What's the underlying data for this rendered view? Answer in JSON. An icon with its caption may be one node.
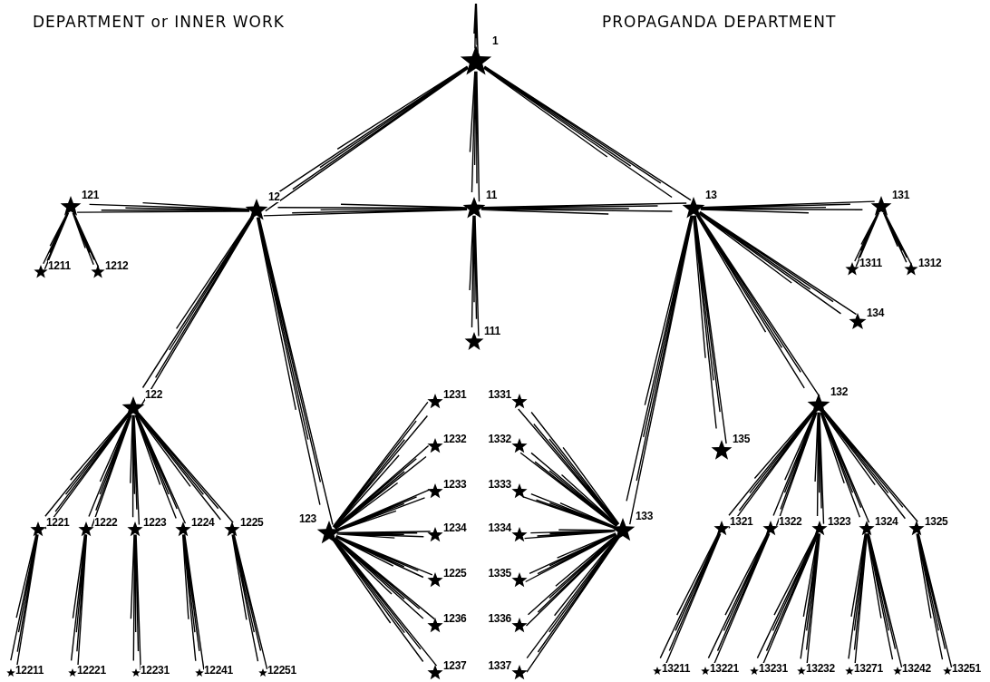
{
  "diagram": {
    "nodes": [
      {
        "text": [
          "1"
        ]
      },
      {
        "text": [
          "121"
        ]
      },
      {
        "text": [
          "12"
        ]
      },
      {
        "text": [
          "11"
        ]
      },
      {
        "text": [
          "13"
        ]
      },
      {
        "text": [
          "131"
        ]
      },
      {
        "text": [
          "1211"
        ]
      },
      {
        "text": [
          "1212"
        ]
      },
      {
        "text": [
          "1311"
        ]
      },
      {
        "text": [
          "1312"
        ]
      },
      {
        "text": [
          "134"
        ]
      },
      {
        "text": [
          "111"
        ]
      },
      {
        "text": [
          "122"
        ]
      },
      {
        "text": [
          "1231"
        ]
      },
      {
        "text": [
          "1331"
        ]
      },
      {
        "text": [
          "132"
        ]
      },
      {
        "text": [
          "1232"
        ]
      },
      {
        "text": [
          "1332"
        ]
      },
      {
        "text": [
          "135"
        ]
      },
      {
        "text": [
          "1233"
        ]
      },
      {
        "text": [
          "1333"
        ]
      },
      {
        "text": [
          "1221"
        ]
      },
      {
        "text": [
          "1222"
        ]
      },
      {
        "text": [
          "1223"
        ]
      },
      {
        "text": [
          "1224"
        ]
      },
      {
        "text": [
          "1225"
        ]
      },
      {
        "text": [
          "123"
        ]
      },
      {
        "text": [
          "1234"
        ]
      },
      {
        "text": [
          "1334"
        ]
      },
      {
        "text": [
          "133"
        ]
      },
      {
        "text": [
          "1321"
        ]
      },
      {
        "text": [
          "1322"
        ]
      },
      {
        "text": [
          "1323"
        ]
      },
      {
        "text": [
          "1324"
        ]
      },
      {
        "text": [
          "1325"
        ]
      },
      {
        "text": [
          "1225"
        ]
      },
      {
        "text": [
          "1335"
        ]
      },
      {
        "text": [
          "1236"
        ]
      },
      {
        "text": [
          "1336"
        ]
      },
      {
        "text": [
          "12211"
        ]
      },
      {
        "text": [
          "12221"
        ]
      },
      {
        "text": [
          "12231"
        ]
      },
      {
        "text": [
          "12241"
        ]
      },
      {
        "text": [
          "12251"
        ]
      },
      {
        "text": [
          "1237"
        ]
      },
      {
        "text": [
          "1337"
        ]
      },
      {
        "text": [
          "13211"
        ]
      },
      {
        "text": [
          "13221"
        ]
      },
      {
        "text": [
          "13231"
        ]
      },
      {
        "text": [
          "13232"
        ]
      },
      {
        "text": [
          "13271"
        ]
      },
      {
        "text": [
          "13242"
        ]
      },
      {
        "text": [
          "13251"
        ]
      }
    ],
    "edges": [
      {
        "from": null,
        "to": 0,
        "arrow": "none"
      },
      {
        "from": 0,
        "to": 2,
        "arrow": "none"
      },
      {
        "from": 0,
        "to": 3,
        "arrow": "none"
      },
      {
        "from": 0,
        "to": 4,
        "arrow": "none"
      },
      {
        "from": 3,
        "to": 2,
        "arrow": "none"
      },
      {
        "from": 3,
        "to": 4,
        "arrow": "none"
      },
      {
        "from": 2,
        "to": 1,
        "arrow": "none"
      },
      {
        "from": 4,
        "to": 5,
        "arrow": "none"
      },
      {
        "from": 1,
        "to": 6,
        "arrow": "none"
      },
      {
        "from": 1,
        "to": 7,
        "arrow": "none"
      },
      {
        "from": 5,
        "to": 8,
        "arrow": "none"
      },
      {
        "from": 5,
        "to": 9,
        "arrow": "none"
      },
      {
        "from": 3,
        "to": 11,
        "arrow": "none"
      },
      {
        "from": 2,
        "to": 12,
        "arrow": "none"
      },
      {
        "from": 2,
        "to": 26,
        "arrow": "none"
      },
      {
        "from": 4,
        "to": 29,
        "arrow": "none"
      },
      {
        "from": 4,
        "to": 18,
        "arrow": "none"
      },
      {
        "from": 4,
        "to": 15,
        "arrow": "none"
      },
      {
        "from": 4,
        "to": 10,
        "arrow": "none"
      },
      {
        "from": 12,
        "to": 21,
        "arrow": "none"
      },
      {
        "from": 12,
        "to": 22,
        "arrow": "none"
      },
      {
        "from": 12,
        "to": 23,
        "arrow": "none"
      },
      {
        "from": 12,
        "to": 24,
        "arrow": "none"
      },
      {
        "from": 12,
        "to": 25,
        "arrow": "none"
      },
      {
        "from": 21,
        "to": 39,
        "arrow": "none"
      },
      {
        "from": 22,
        "to": 40,
        "arrow": "none"
      },
      {
        "from": 23,
        "to": 41,
        "arrow": "none"
      },
      {
        "from": 24,
        "to": 42,
        "arrow": "none"
      },
      {
        "from": 25,
        "to": 43,
        "arrow": "none"
      },
      {
        "from": 26,
        "to": 13,
        "arrow": "none"
      },
      {
        "from": 26,
        "to": 16,
        "arrow": "none"
      },
      {
        "from": 26,
        "to": 19,
        "arrow": "none"
      },
      {
        "from": 26,
        "to": 27,
        "arrow": "none"
      },
      {
        "from": 26,
        "to": 35,
        "arrow": "none"
      },
      {
        "from": 26,
        "to": 37,
        "arrow": "none"
      },
      {
        "from": 26,
        "to": 44,
        "arrow": "none"
      },
      {
        "from": 29,
        "to": 14,
        "arrow": "none"
      },
      {
        "from": 29,
        "to": 17,
        "arrow": "none"
      },
      {
        "from": 29,
        "to": 20,
        "arrow": "none"
      },
      {
        "from": 29,
        "to": 28,
        "arrow": "none"
      },
      {
        "from": 29,
        "to": 36,
        "arrow": "none"
      },
      {
        "from": 29,
        "to": 38,
        "arrow": "none"
      },
      {
        "from": 29,
        "to": 45,
        "arrow": "none"
      },
      {
        "from": 15,
        "to": 30,
        "arrow": "none"
      },
      {
        "from": 15,
        "to": 31,
        "arrow": "none"
      },
      {
        "from": 15,
        "to": 32,
        "arrow": "none"
      },
      {
        "from": 15,
        "to": 33,
        "arrow": "none"
      },
      {
        "from": 15,
        "to": 34,
        "arrow": "none"
      },
      {
        "from": 30,
        "to": 46,
        "arrow": "none"
      },
      {
        "from": 31,
        "to": 47,
        "arrow": "none"
      },
      {
        "from": 32,
        "to": 48,
        "arrow": "none"
      },
      {
        "from": 32,
        "to": 49,
        "arrow": "none"
      },
      {
        "from": 33,
        "to": 50,
        "arrow": "none"
      },
      {
        "from": 33,
        "to": 51,
        "arrow": "none"
      },
      {
        "from": 34,
        "to": 52,
        "arrow": "none"
      }
    ],
    "labels": [
      "DEPARTMENT or INNER WORK",
      "PROPAGANDA DEPARTMENT"
    ]
  }
}
